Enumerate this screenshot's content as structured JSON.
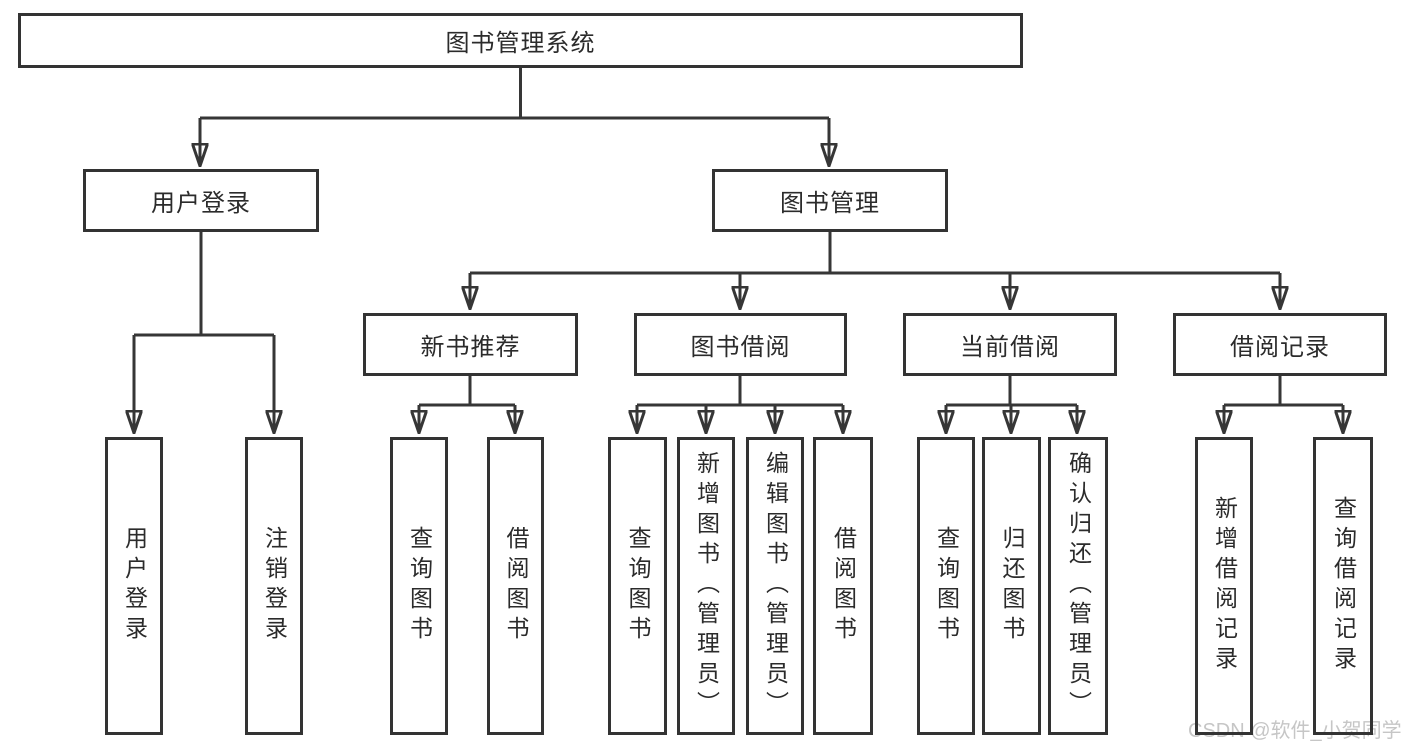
{
  "colors": {
    "line": "#363636",
    "box_border": "#333333",
    "text": "#2b2b2b",
    "watermark": "#c6c6c6",
    "background": "#ffffff"
  },
  "watermark": {
    "text": "CSDN @软件_小贺同学"
  },
  "tree": {
    "root": {
      "label": "图书管理系统",
      "children": [
        {
          "label": "用户登录",
          "children": [
            {
              "label": "用户登录"
            },
            {
              "label": "注销登录"
            }
          ]
        },
        {
          "label": "图书管理",
          "children": [
            {
              "label": "新书推荐",
              "children": [
                {
                  "label": "查询图书"
                },
                {
                  "label": "借阅图书"
                }
              ]
            },
            {
              "label": "图书借阅",
              "children": [
                {
                  "label": "查询图书"
                },
                {
                  "label": "新增图书（管理员）"
                },
                {
                  "label": "编辑图书（管理员）"
                },
                {
                  "label": "借阅图书"
                }
              ]
            },
            {
              "label": "当前借阅",
              "children": [
                {
                  "label": "查询图书"
                },
                {
                  "label": "归还图书"
                },
                {
                  "label": "确认归还（管理员）"
                }
              ]
            },
            {
              "label": "借阅记录",
              "children": [
                {
                  "label": "新增借阅记录"
                },
                {
                  "label": "查询借阅记录"
                }
              ]
            }
          ]
        }
      ]
    }
  }
}
